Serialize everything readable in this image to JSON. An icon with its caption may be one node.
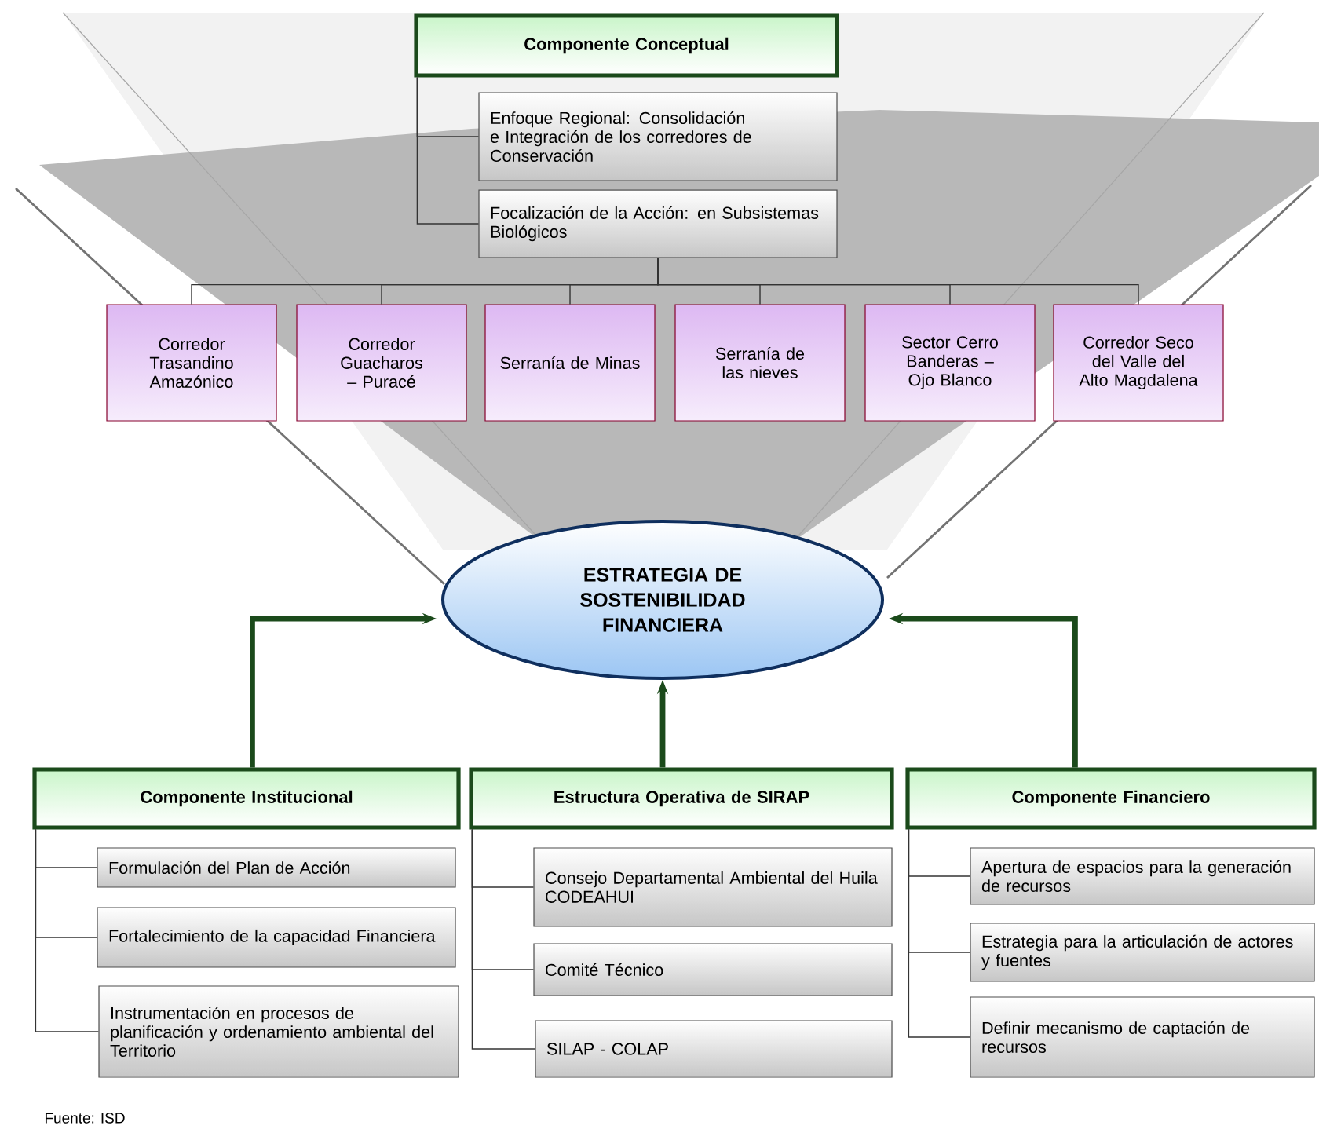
{
  "diagram": {
    "nodes": [
      {
        "text": [
          "Componente Conceptual"
        ]
      },
      {
        "text": [
          "Enfoque Regional: Consolidación e Integración de los corredores de Conservación"
        ]
      },
      {
        "text": [
          "Focalización de la Acción: en Subsistemas Biológicos"
        ]
      },
      {
        "text": [
          "Corredor Trasandino Amazónico"
        ]
      },
      {
        "text": [
          "Corredor Guacharos – Puracé"
        ]
      },
      {
        "text": [
          "Serranía de Minas"
        ]
      },
      {
        "text": [
          "Serranía de las nieves"
        ]
      },
      {
        "text": [
          "Sector Cerro Banderas – Ojo Blanco"
        ]
      },
      {
        "text": [
          "Corredor Seco del Valle del Alto Magdalena"
        ]
      },
      {
        "text": [
          "ESTRATEGIA DE SOSTENIBILIDAD FINANCIERA"
        ]
      },
      {
        "text": [
          "Componente Institucional"
        ]
      },
      {
        "text": [
          "Formulación del Plan de Acción"
        ]
      },
      {
        "text": [
          "Fortalecimiento de la capacidad Financiera"
        ]
      },
      {
        "text": [
          "Instrumentación en procesos de planificación y ordenamiento ambiental del Territorio"
        ]
      },
      {
        "text": [
          "Estructura Operativa de SIRAP"
        ]
      },
      {
        "text": [
          "Consejo Departamental Ambiental del Huila CODEAHUI"
        ]
      },
      {
        "text": [
          "Comité Técnico"
        ]
      },
      {
        "text": [
          "SILAP - COLAP"
        ]
      },
      {
        "text": [
          "Componente Financiero"
        ]
      },
      {
        "text": [
          "Apertura de espacios para la generación de recursos"
        ]
      },
      {
        "text": [
          "Estrategia para la articulación de actores y fuentes"
        ]
      },
      {
        "text": [
          "Definir mecanismo de captación de recursos"
        ]
      }
    ],
    "edges": [
      {
        "from": 0,
        "to": 1,
        "arrow": "none"
      },
      {
        "from": 0,
        "to": 2,
        "arrow": "none"
      },
      {
        "from": 2,
        "to": 3,
        "arrow": "none"
      },
      {
        "from": 2,
        "to": 4,
        "arrow": "none"
      },
      {
        "from": 2,
        "to": 5,
        "arrow": "none"
      },
      {
        "from": 2,
        "to": 6,
        "arrow": "none"
      },
      {
        "from": 2,
        "to": 7,
        "arrow": "none"
      },
      {
        "from": 2,
        "to": 8,
        "arrow": "none"
      },
      {
        "from": 10,
        "to": 9,
        "arrow": "to",
        "style": "thick",
        "color": "#1b4a1b"
      },
      {
        "from": 14,
        "to": 9,
        "arrow": "to",
        "style": "thick",
        "color": "#1b4a1b"
      },
      {
        "from": 18,
        "to": 9,
        "arrow": "to",
        "style": "thick",
        "color": "#1b4a1b"
      },
      {
        "from": 10,
        "to": 11,
        "arrow": "none"
      },
      {
        "from": 10,
        "to": 12,
        "arrow": "none"
      },
      {
        "from": 10,
        "to": 13,
        "arrow": "none"
      },
      {
        "from": 14,
        "to": 15,
        "arrow": "none"
      },
      {
        "from": 14,
        "to": 16,
        "arrow": "none"
      },
      {
        "from": 14,
        "to": 17,
        "arrow": "none"
      },
      {
        "from": 18,
        "to": 19,
        "arrow": "none"
      },
      {
        "from": 18,
        "to": 20,
        "arrow": "none"
      },
      {
        "from": 18,
        "to": 21,
        "arrow": "none"
      }
    ],
    "labels": [
      "Fuente: ISD"
    ]
  }
}
